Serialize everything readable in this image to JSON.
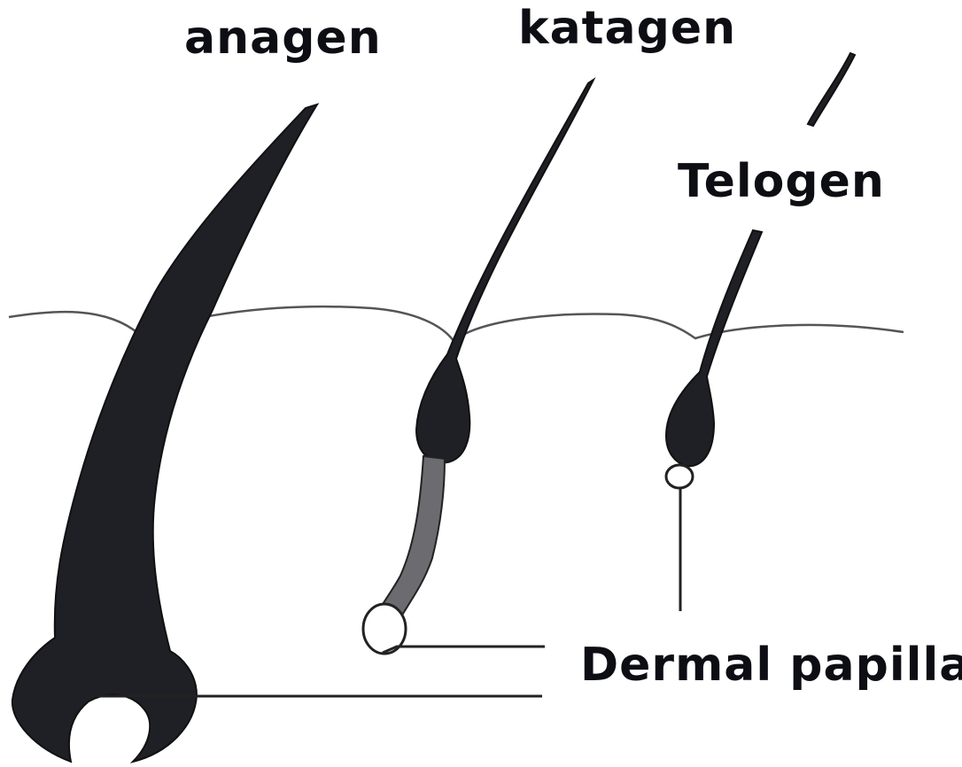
{
  "labels": {
    "anagen": "anagen",
    "katagen": "katagen",
    "telogen": "Telogen",
    "dermal_papilla": "Dermal papilla"
  },
  "colors": {
    "hair": "#1f1f26",
    "text": "#0d0d14",
    "skin_line": "#555555"
  }
}
